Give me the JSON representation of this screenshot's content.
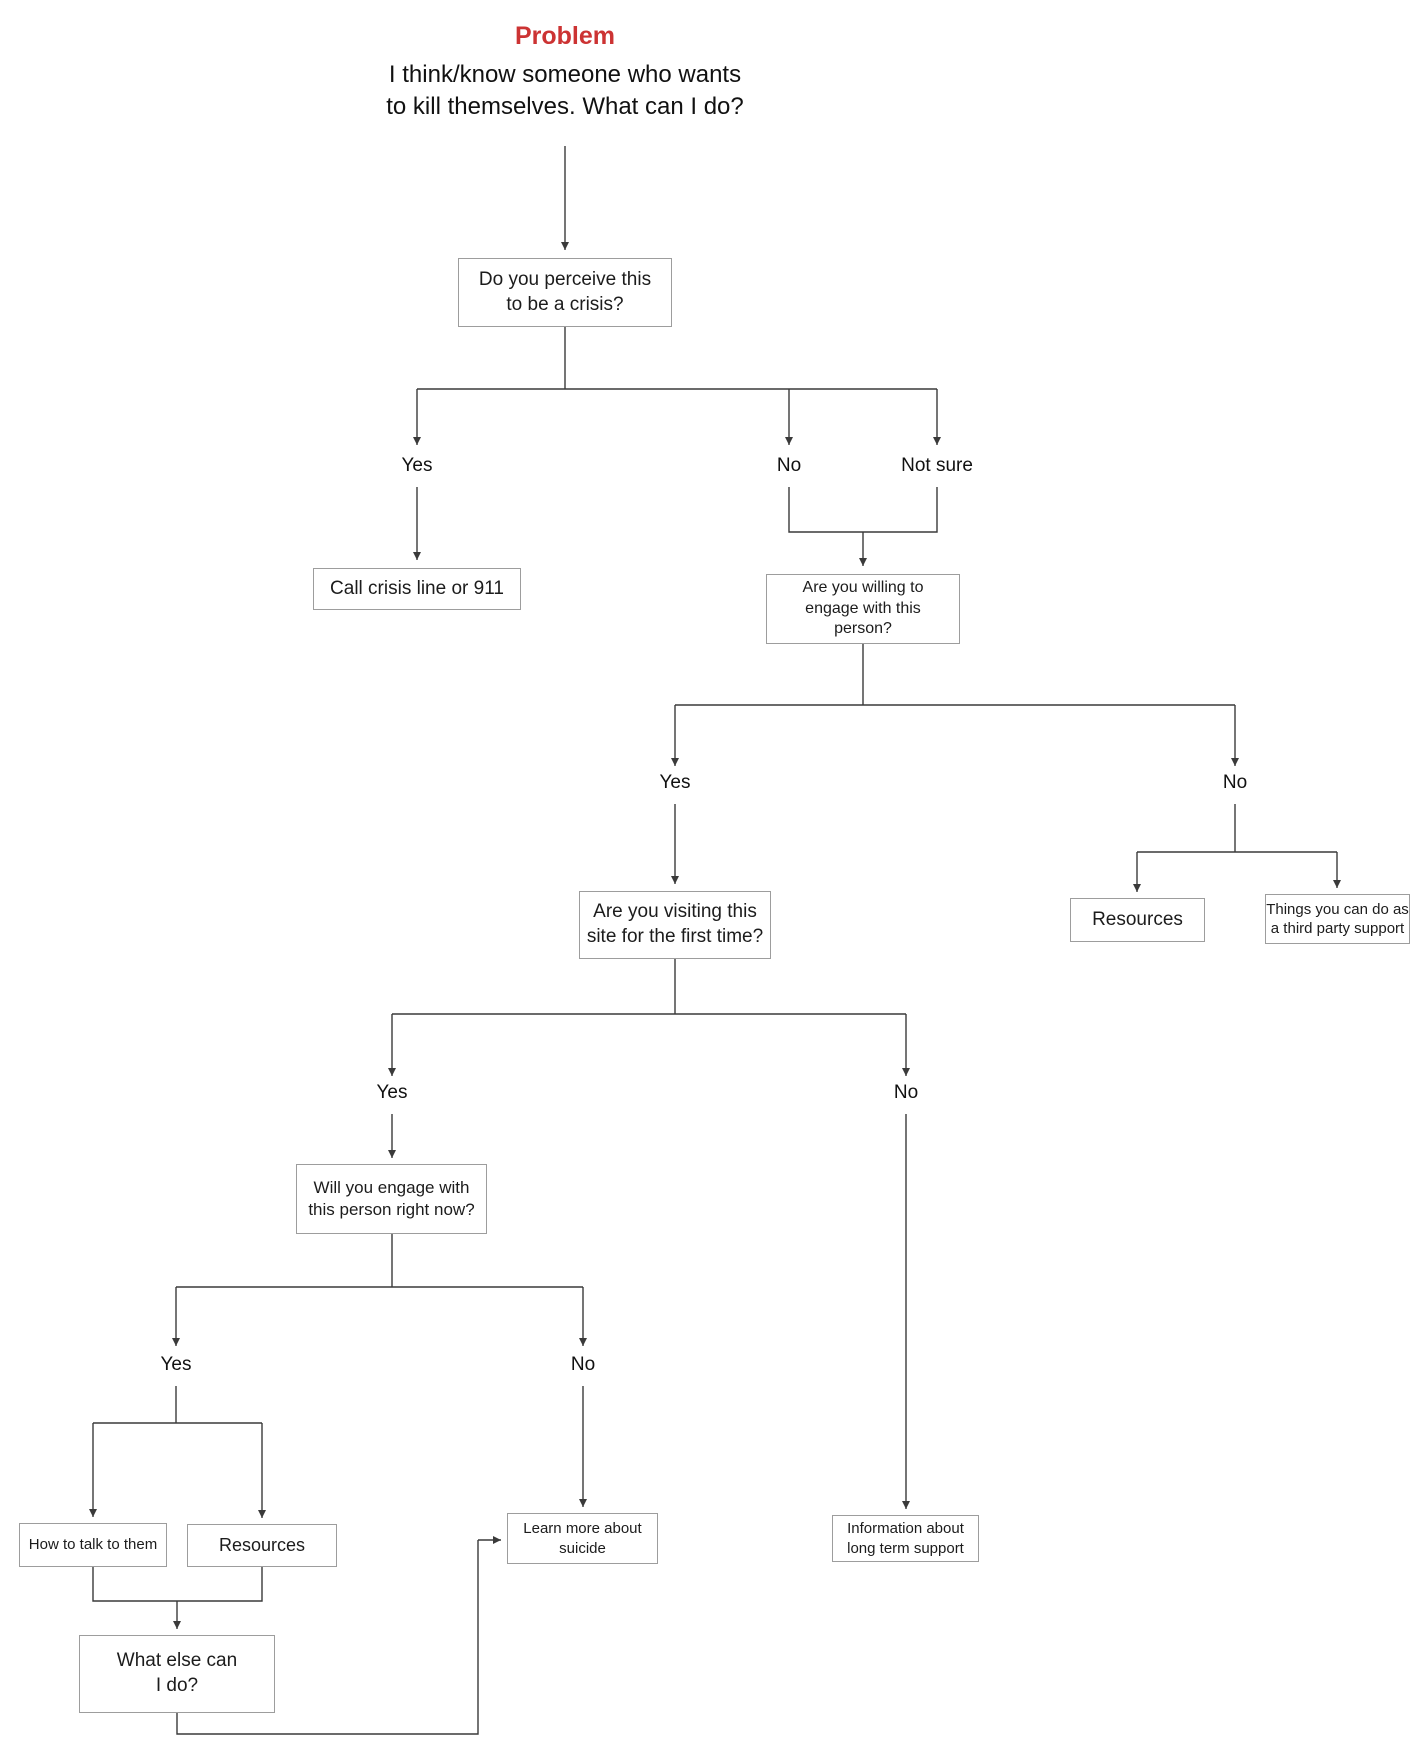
{
  "colors": {
    "title_red": "#cc3333",
    "line": "#3a3a3a",
    "box_border": "#9d9d9d",
    "background": "#ffffff"
  },
  "header": {
    "title": "Problem",
    "subtitle": "I think/know someone who wants\nto kill themselves. What can I do?"
  },
  "nodes": {
    "crisis_question": "Do you perceive this\nto be a crisis?",
    "call_crisis": "Call crisis line or 911",
    "willing_engage": "Are you willing to\nengage with this\nperson?",
    "resources_right": "Resources",
    "third_party": "Things you can do as\na third party support",
    "first_time": "Are you visiting this\nsite for the first time?",
    "engage_now": "Will you engage with\nthis person right now?",
    "how_to_talk": "How to talk to them",
    "resources_left": "Resources",
    "learn_more": "Learn more about\nsuicide",
    "long_term": "Information about\nlong term support",
    "what_else": "What else can\nI do?"
  },
  "labels": {
    "crisis_yes": "Yes",
    "crisis_no": "No",
    "crisis_not_sure": "Not sure",
    "willing_yes": "Yes",
    "willing_no": "No",
    "first_time_yes": "Yes",
    "first_time_no": "No",
    "engage_now_yes": "Yes",
    "engage_now_no": "No"
  }
}
